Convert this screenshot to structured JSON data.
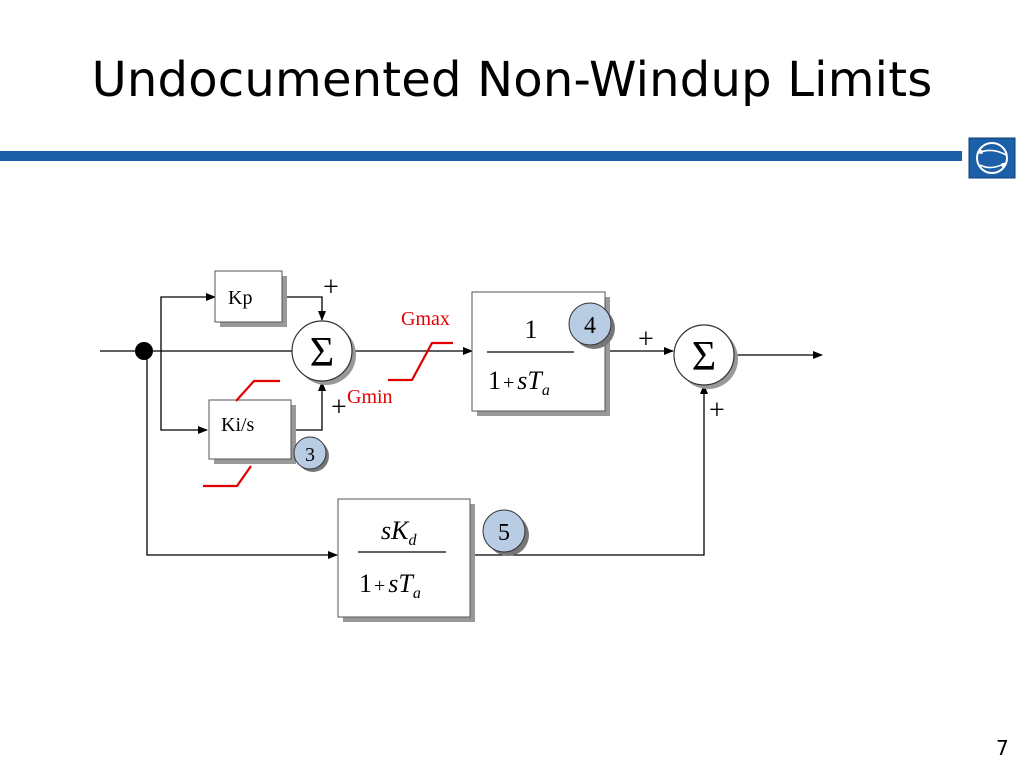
{
  "slide": {
    "title": "Undocumented Non-Windup Limits",
    "page_number": "7",
    "colors": {
      "accent_bar": "#1a5fa8",
      "limit_red": "#e00000",
      "badge_fill": "#b8cce4"
    }
  },
  "diagram": {
    "kp_label": "Kp",
    "ki_label": "Ki/s",
    "sum_symbol": "Σ",
    "plus_sign": "+",
    "gmax_label": "Gmax",
    "gmin_label": "Gmin",
    "lag_numerator": "1",
    "lag_denominator": {
      "prefix": "1",
      "op": "+",
      "s": "s",
      "T": "T",
      "sub": "a"
    },
    "deriv_numerator": {
      "s": "s",
      "K": "K",
      "sub": "d"
    },
    "deriv_denominator": {
      "prefix": "1",
      "op": "+",
      "s": "s",
      "T": "T",
      "sub": "a"
    },
    "badges": [
      "3",
      "4",
      "5"
    ]
  }
}
